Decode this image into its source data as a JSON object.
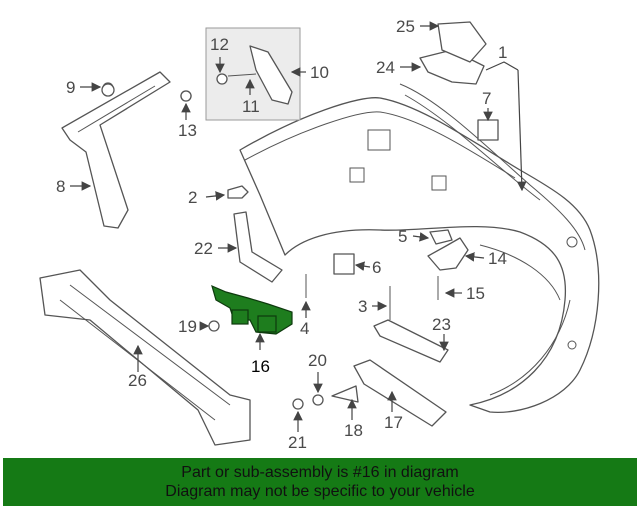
{
  "diagram": {
    "callouts": [
      "1",
      "2",
      "3",
      "4",
      "5",
      "6",
      "7",
      "8",
      "9",
      "10",
      "11",
      "12",
      "13",
      "14",
      "15",
      "16",
      "17",
      "18",
      "19",
      "20",
      "21",
      "22",
      "23",
      "24",
      "25",
      "26"
    ],
    "highlighted_part": "16"
  },
  "banner": {
    "line1": "Part or sub-assembly is #16 in diagram",
    "line2": "Diagram may not be specific to your vehicle",
    "background": "#157a15"
  }
}
